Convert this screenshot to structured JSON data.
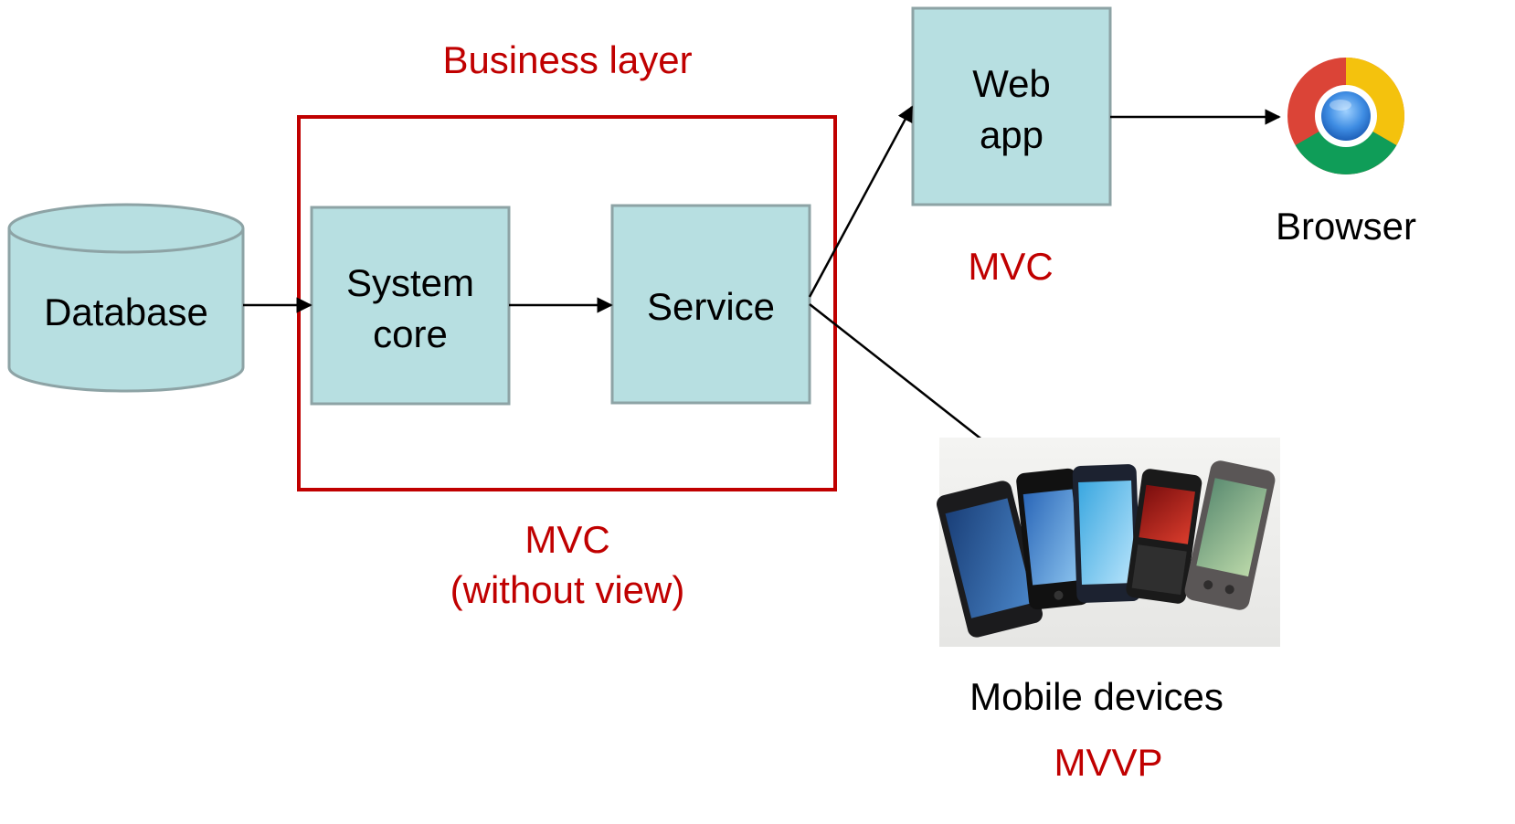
{
  "colors": {
    "box_fill": "#b7dfe1",
    "box_stroke": "#8da3a5",
    "business_frame": "#c00000",
    "red_text": "#c00000",
    "arrow": "#000000"
  },
  "nodes": {
    "database": {
      "label": "Database"
    },
    "system_core": {
      "line1": "System",
      "line2": "core"
    },
    "service": {
      "label": "Service"
    },
    "web_app": {
      "line1": "Web",
      "line2": "app"
    },
    "browser": {
      "label": "Browser",
      "icon": "chrome-browser-icon"
    },
    "mobile": {
      "label": "Mobile devices",
      "image": "smartphones-photo"
    }
  },
  "annotations": {
    "business_layer": "Business layer",
    "mvc_business_line1": "MVC",
    "mvc_business_line2": "(without view)",
    "mvc_web": "MVC",
    "mvvp_mobile": "MVVP"
  }
}
